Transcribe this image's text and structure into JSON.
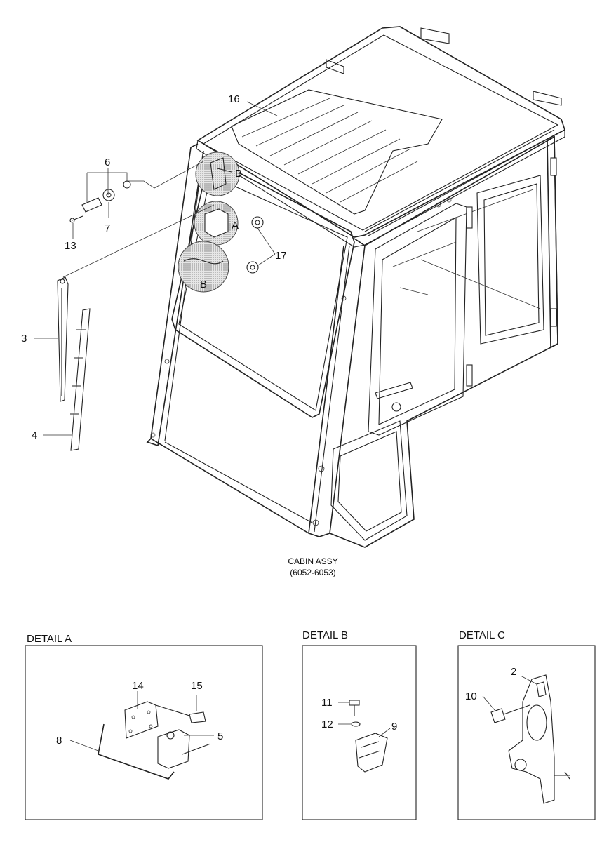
{
  "caption": {
    "line1": "CABIN ASSY",
    "line2": "(6052-6053)"
  },
  "labels": {
    "n2": "2",
    "n3": "3",
    "n4": "4",
    "n5": "5",
    "n6": "6",
    "n7": "7",
    "n8": "8",
    "n9": "9",
    "n10": "10",
    "n11": "11",
    "n12": "12",
    "n13": "13",
    "n14": "14",
    "n15": "15",
    "n16": "16",
    "n17": "17",
    "callout_a": "A",
    "callout_b1": "B",
    "callout_b2": "B"
  },
  "details": {
    "a": "DETAIL A",
    "b": "DETAIL B",
    "c": "DETAIL C"
  }
}
